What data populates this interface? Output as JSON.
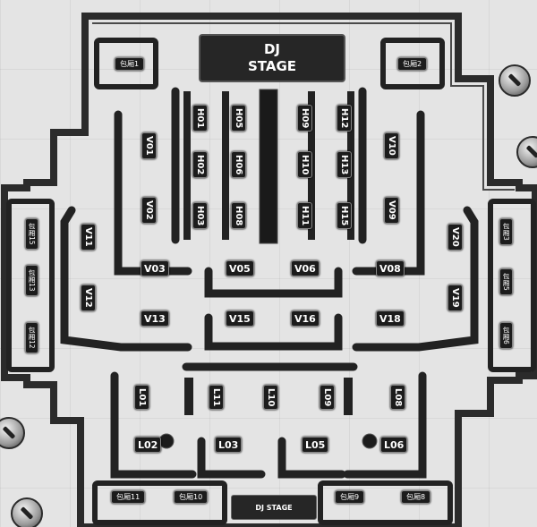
{
  "stage": {
    "title_line1": "DJ",
    "title_line2": "STAGE",
    "bottom_label": "DJ STAGE"
  },
  "booths_high": {
    "h01": "H01",
    "h02": "H02",
    "h03": "H03",
    "h05": "H05",
    "h06": "H06",
    "h08": "H08",
    "h09": "H09",
    "h10": "H10",
    "h11": "H11",
    "h12": "H12",
    "h13": "H13",
    "h15": "H15"
  },
  "booths_vip": {
    "v01": "V01",
    "v02": "V02",
    "v03": "V03",
    "v05": "V05",
    "v06": "V06",
    "v08": "V08",
    "v09": "V09",
    "v10": "V10",
    "v11": "V11",
    "v12": "V12",
    "v13": "V13",
    "v15": "V15",
    "v16": "V16",
    "v18": "V18",
    "v19": "V19",
    "v20": "V20"
  },
  "booths_low": {
    "l01": "L01",
    "l02": "L02",
    "l03": "L03",
    "l05": "L05",
    "l06": "L06",
    "l08": "L08",
    "l09": "L09",
    "l10": "L10",
    "l11": "L11"
  },
  "private_rooms": {
    "r1": "包厢1",
    "r2": "包厢2",
    "r3": "包厢3",
    "r5": "包厢5",
    "r6": "包厢6",
    "r8": "包厢8",
    "r9": "包厢9",
    "r10": "包厢10",
    "r11": "包厢11",
    "r12": "包厢12",
    "r13": "包厢13",
    "r15": "包厢15"
  },
  "colors": {
    "background": "#e4e4e4",
    "wall": "#2b2b2b",
    "booth": "#222222",
    "label_text": "#ffffff"
  }
}
